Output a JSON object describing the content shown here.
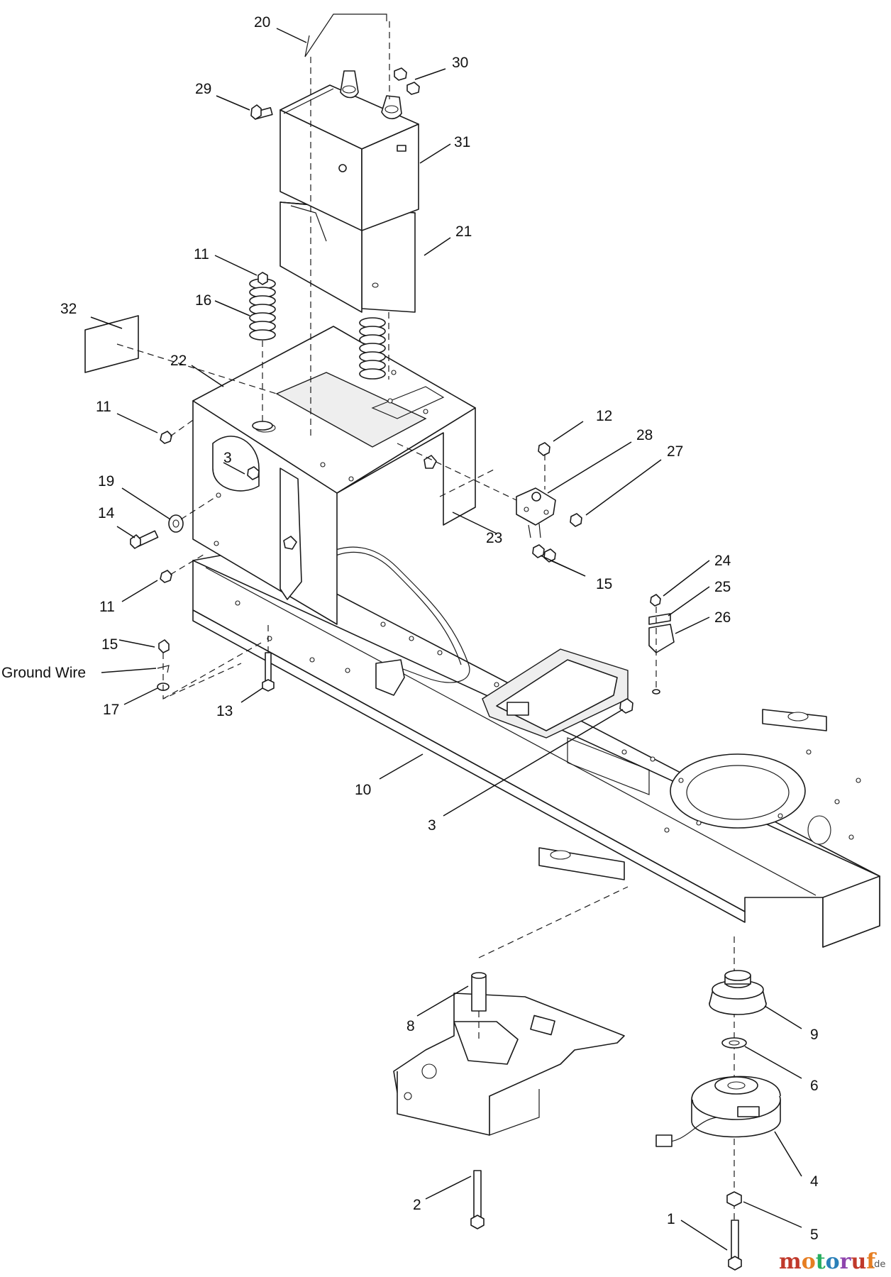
{
  "diagram": {
    "callouts": {
      "c1": "1",
      "c2": "2",
      "c3a": "3",
      "c3b": "3",
      "c4": "4",
      "c5": "5",
      "c6": "6",
      "c8": "8",
      "c9": "9",
      "c10": "10",
      "c11a": "11",
      "c11b": "11",
      "c11c": "11",
      "c12": "12",
      "c13": "13",
      "c14": "14",
      "c15a": "15",
      "c15b": "15",
      "c16": "16",
      "c17": "17",
      "c19": "19",
      "c20": "20",
      "c21": "21",
      "c22": "22",
      "c23": "23",
      "c24": "24",
      "c25": "25",
      "c26": "26",
      "c27": "27",
      "c28": "28",
      "c29": "29",
      "c30": "30",
      "c31": "31",
      "c32": "32"
    },
    "ground_wire_label": "Ground Wire"
  },
  "watermark": {
    "brand_letters": [
      "m",
      "o",
      "t",
      "o",
      "r",
      "u",
      "f"
    ],
    "brand_colors": [
      "#c0392b",
      "#e67e22",
      "#27ae60",
      "#2980b9",
      "#8e44ad",
      "#c0392b",
      "#e67e22"
    ],
    "suffix": ".de"
  }
}
